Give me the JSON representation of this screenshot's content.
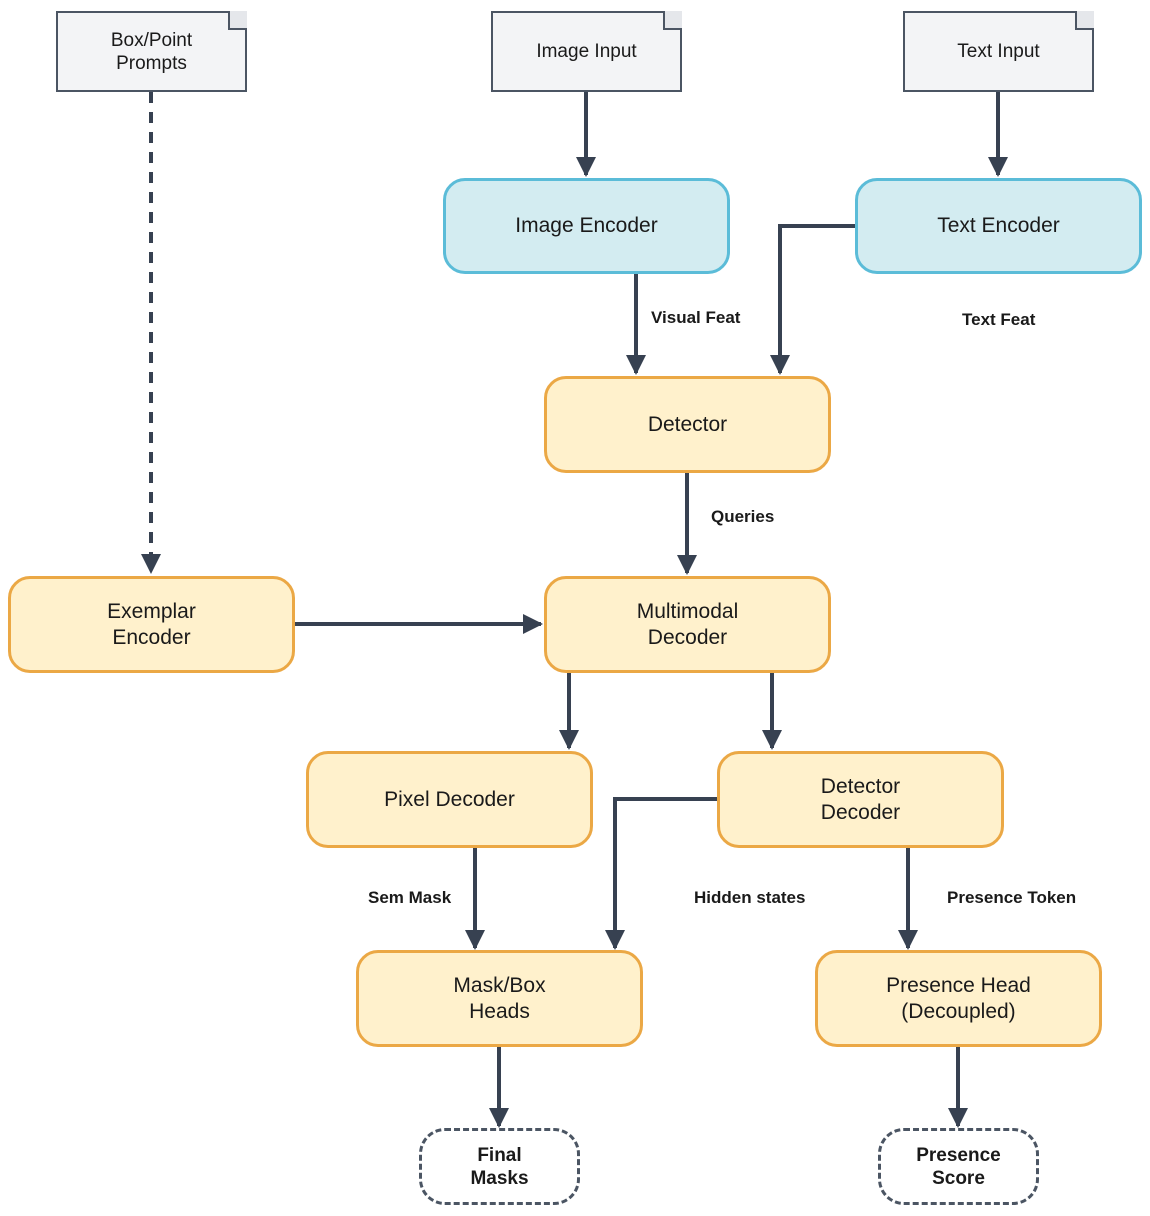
{
  "nodes": {
    "box_point_prompts": "Box/Point\nPrompts",
    "image_input": "Image Input",
    "text_input": "Text Input",
    "image_encoder": "Image Encoder",
    "text_encoder": "Text Encoder",
    "detector": "Detector",
    "exemplar_encoder": "Exemplar\nEncoder",
    "multimodal_decoder": "Multimodal\nDecoder",
    "pixel_decoder": "Pixel Decoder",
    "detector_decoder": "Detector\nDecoder",
    "mask_box_heads": "Mask/Box\nHeads",
    "presence_head": "Presence Head\n(Decoupled)",
    "final_masks": "Final\nMasks",
    "presence_score": "Presence\nScore"
  },
  "edge_labels": {
    "visual_feat": "Visual Feat",
    "text_feat": "Text Feat",
    "queries": "Queries",
    "sem_mask": "Sem Mask",
    "hidden_states": "Hidden states",
    "presence_token": "Presence Token"
  },
  "colors": {
    "edge": "#374151",
    "input_fill": "#f3f4f6",
    "encoder_fill": "#d3ecf1",
    "encoder_border": "#5bbcd8",
    "process_fill": "#fff1cc",
    "process_border": "#eba845"
  }
}
